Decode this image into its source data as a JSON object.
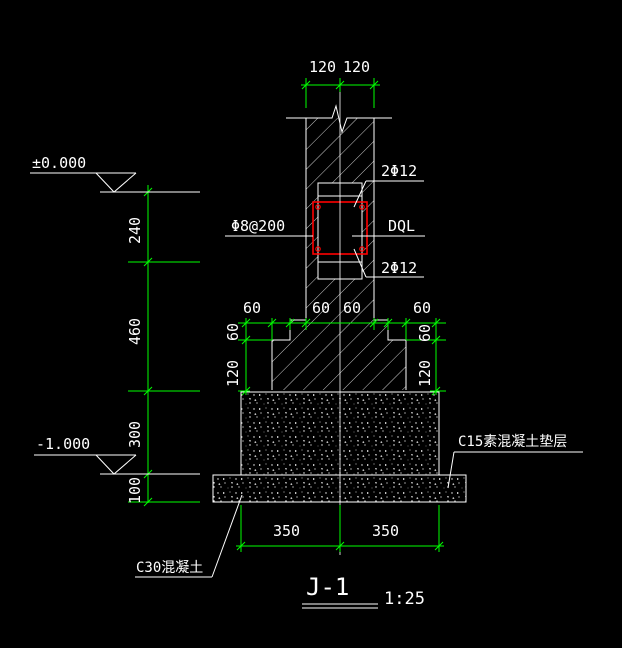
{
  "drawing": {
    "title": "J-1",
    "scale": "1:25"
  },
  "levels": {
    "top": "±0.000",
    "bottom": "-1.000"
  },
  "dimensions": {
    "wall_left": "120",
    "wall_right": "120",
    "v_240": "240",
    "v_460": "460",
    "v_300": "300",
    "v_100": "100",
    "step_left_60": "60",
    "step_mid_left_60": "60",
    "step_mid_right_60": "60",
    "step_right_60": "60",
    "rise_left_60": "60",
    "rise_left_120": "120",
    "rise_right_60": "60",
    "rise_right_120": "120",
    "base_left_350": "350",
    "base_right_350": "350"
  },
  "labels": {
    "rebar_top": "2Φ12",
    "rebar_bottom": "2Φ12",
    "stirrup": "Φ8@200",
    "beam": "DQL",
    "concrete_c30": "C30混凝土",
    "cushion_c15": "C15素混凝土垫层"
  },
  "colors": {
    "background": "#000000",
    "dimension": "#00ff00",
    "outline": "#ffffff",
    "rebar": "#ff0000"
  }
}
